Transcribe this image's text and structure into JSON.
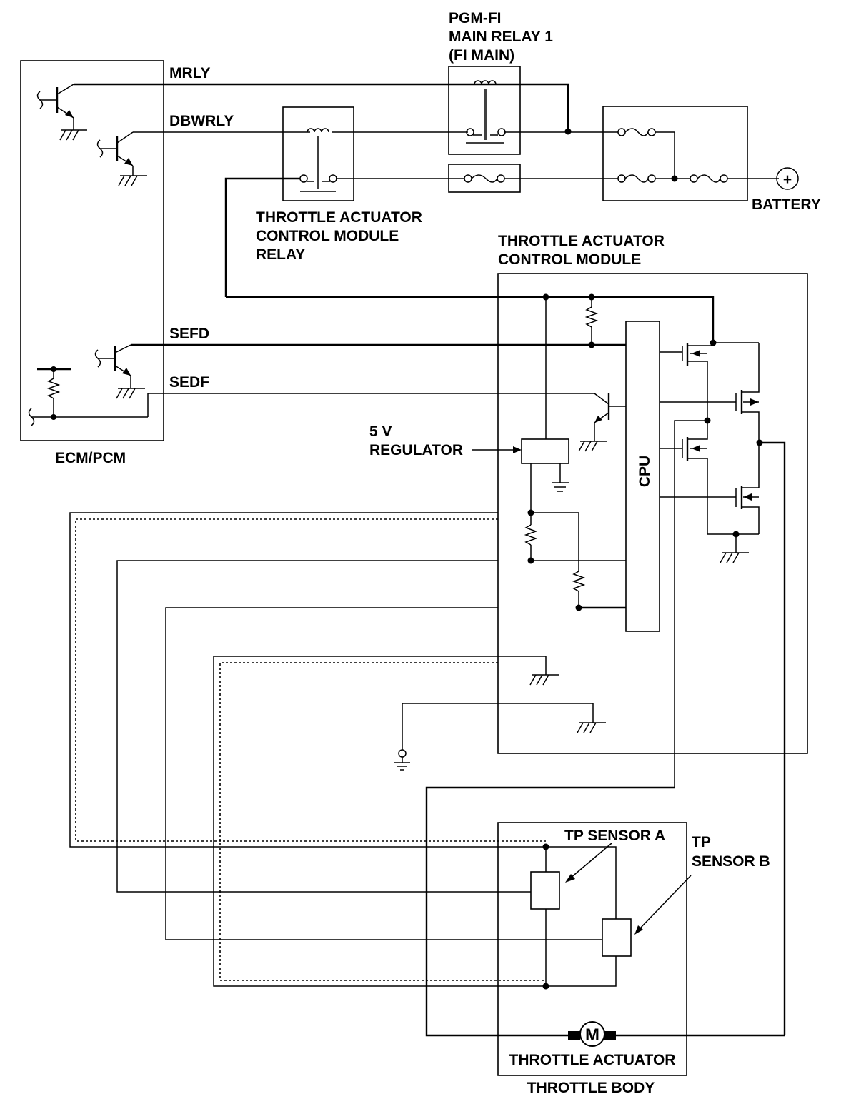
{
  "diagram": {
    "relay_fi_main": [
      "PGM-FI",
      "MAIN RELAY 1",
      "(FI MAIN)"
    ],
    "signals": {
      "mrly": "MRLY",
      "dbwrly": "DBWRLY",
      "sefd": "SEFD",
      "sedf": "SEDF"
    },
    "battery": "BATTERY",
    "tac_relay": [
      "THROTTLE ACTUATOR",
      "CONTROL MODULE",
      "RELAY"
    ],
    "tac_module": [
      "THROTTLE ACTUATOR",
      "CONTROL MODULE"
    ],
    "regulator": [
      "5 V",
      "REGULATOR"
    ],
    "cpu": "CPU",
    "ecm": "ECM/PCM",
    "tp_sensor_a": "TP SENSOR A",
    "tp_sensor_b": [
      "TP",
      "SENSOR B"
    ],
    "motor_symbol": "M",
    "throttle_actuator": "THROTTLE ACTUATOR",
    "throttle_body": "THROTTLE BODY",
    "battery_symbol": "+"
  }
}
